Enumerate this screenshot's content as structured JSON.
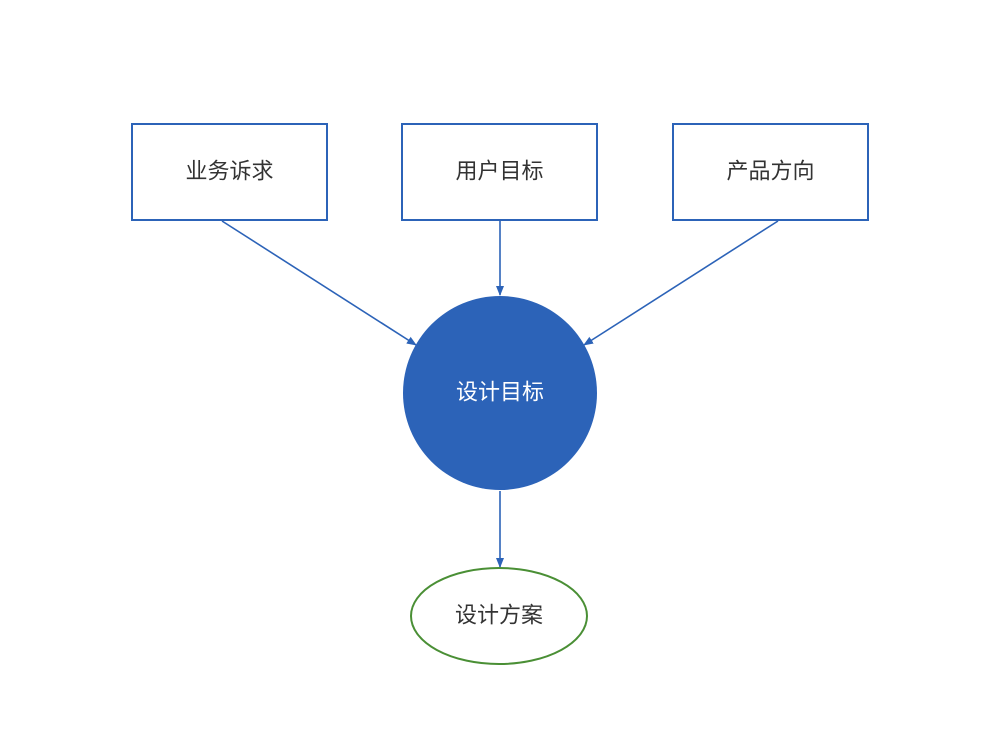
{
  "diagram": {
    "inputs": [
      {
        "label": "业务诉求"
      },
      {
        "label": "用户目标"
      },
      {
        "label": "产品方向"
      }
    ],
    "center": {
      "label": "设计目标"
    },
    "output": {
      "label": "设计方案"
    },
    "colors": {
      "accent_blue": "#2c63b8",
      "output_green": "#4a8f35",
      "text_dark": "#333333",
      "text_light": "#ffffff",
      "background": "#ffffff"
    }
  }
}
